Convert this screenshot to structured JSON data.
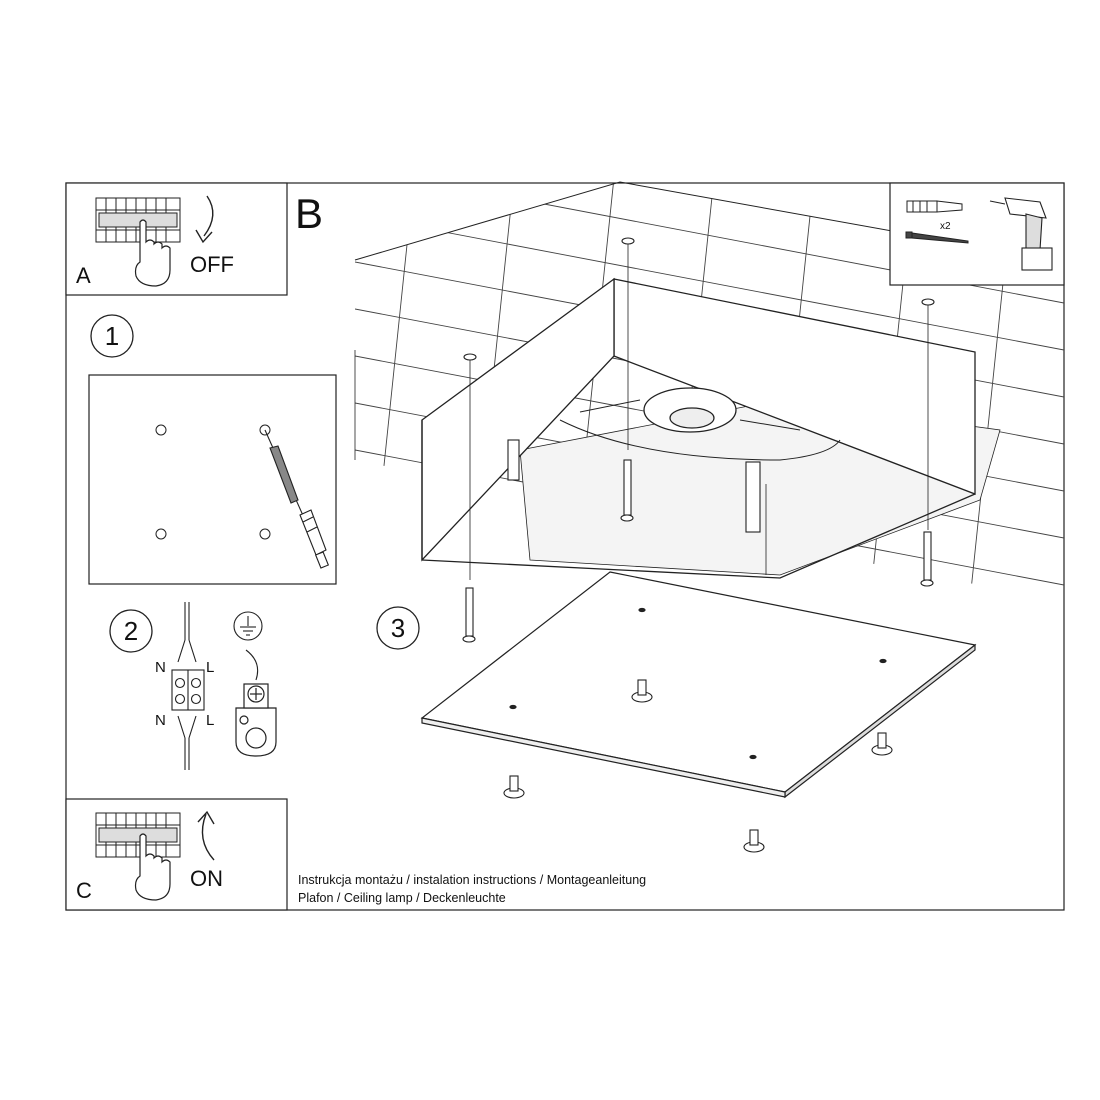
{
  "panel_a": {
    "letter": "A",
    "switch_label": "OFF"
  },
  "panel_c": {
    "letter": "C",
    "switch_label": "ON"
  },
  "main": {
    "letter": "B"
  },
  "steps": {
    "one": "1",
    "two": "2",
    "three": "3"
  },
  "wiring": {
    "n_top": "N",
    "l_top": "L",
    "n_bottom": "N",
    "l_bottom": "L"
  },
  "tools": {
    "qty": "x2"
  },
  "caption": {
    "line1": "Instrukcja montażu / instalation instructions / Montageanleitung",
    "line2": "Plafon / Ceiling lamp / Deckenleuchte"
  }
}
